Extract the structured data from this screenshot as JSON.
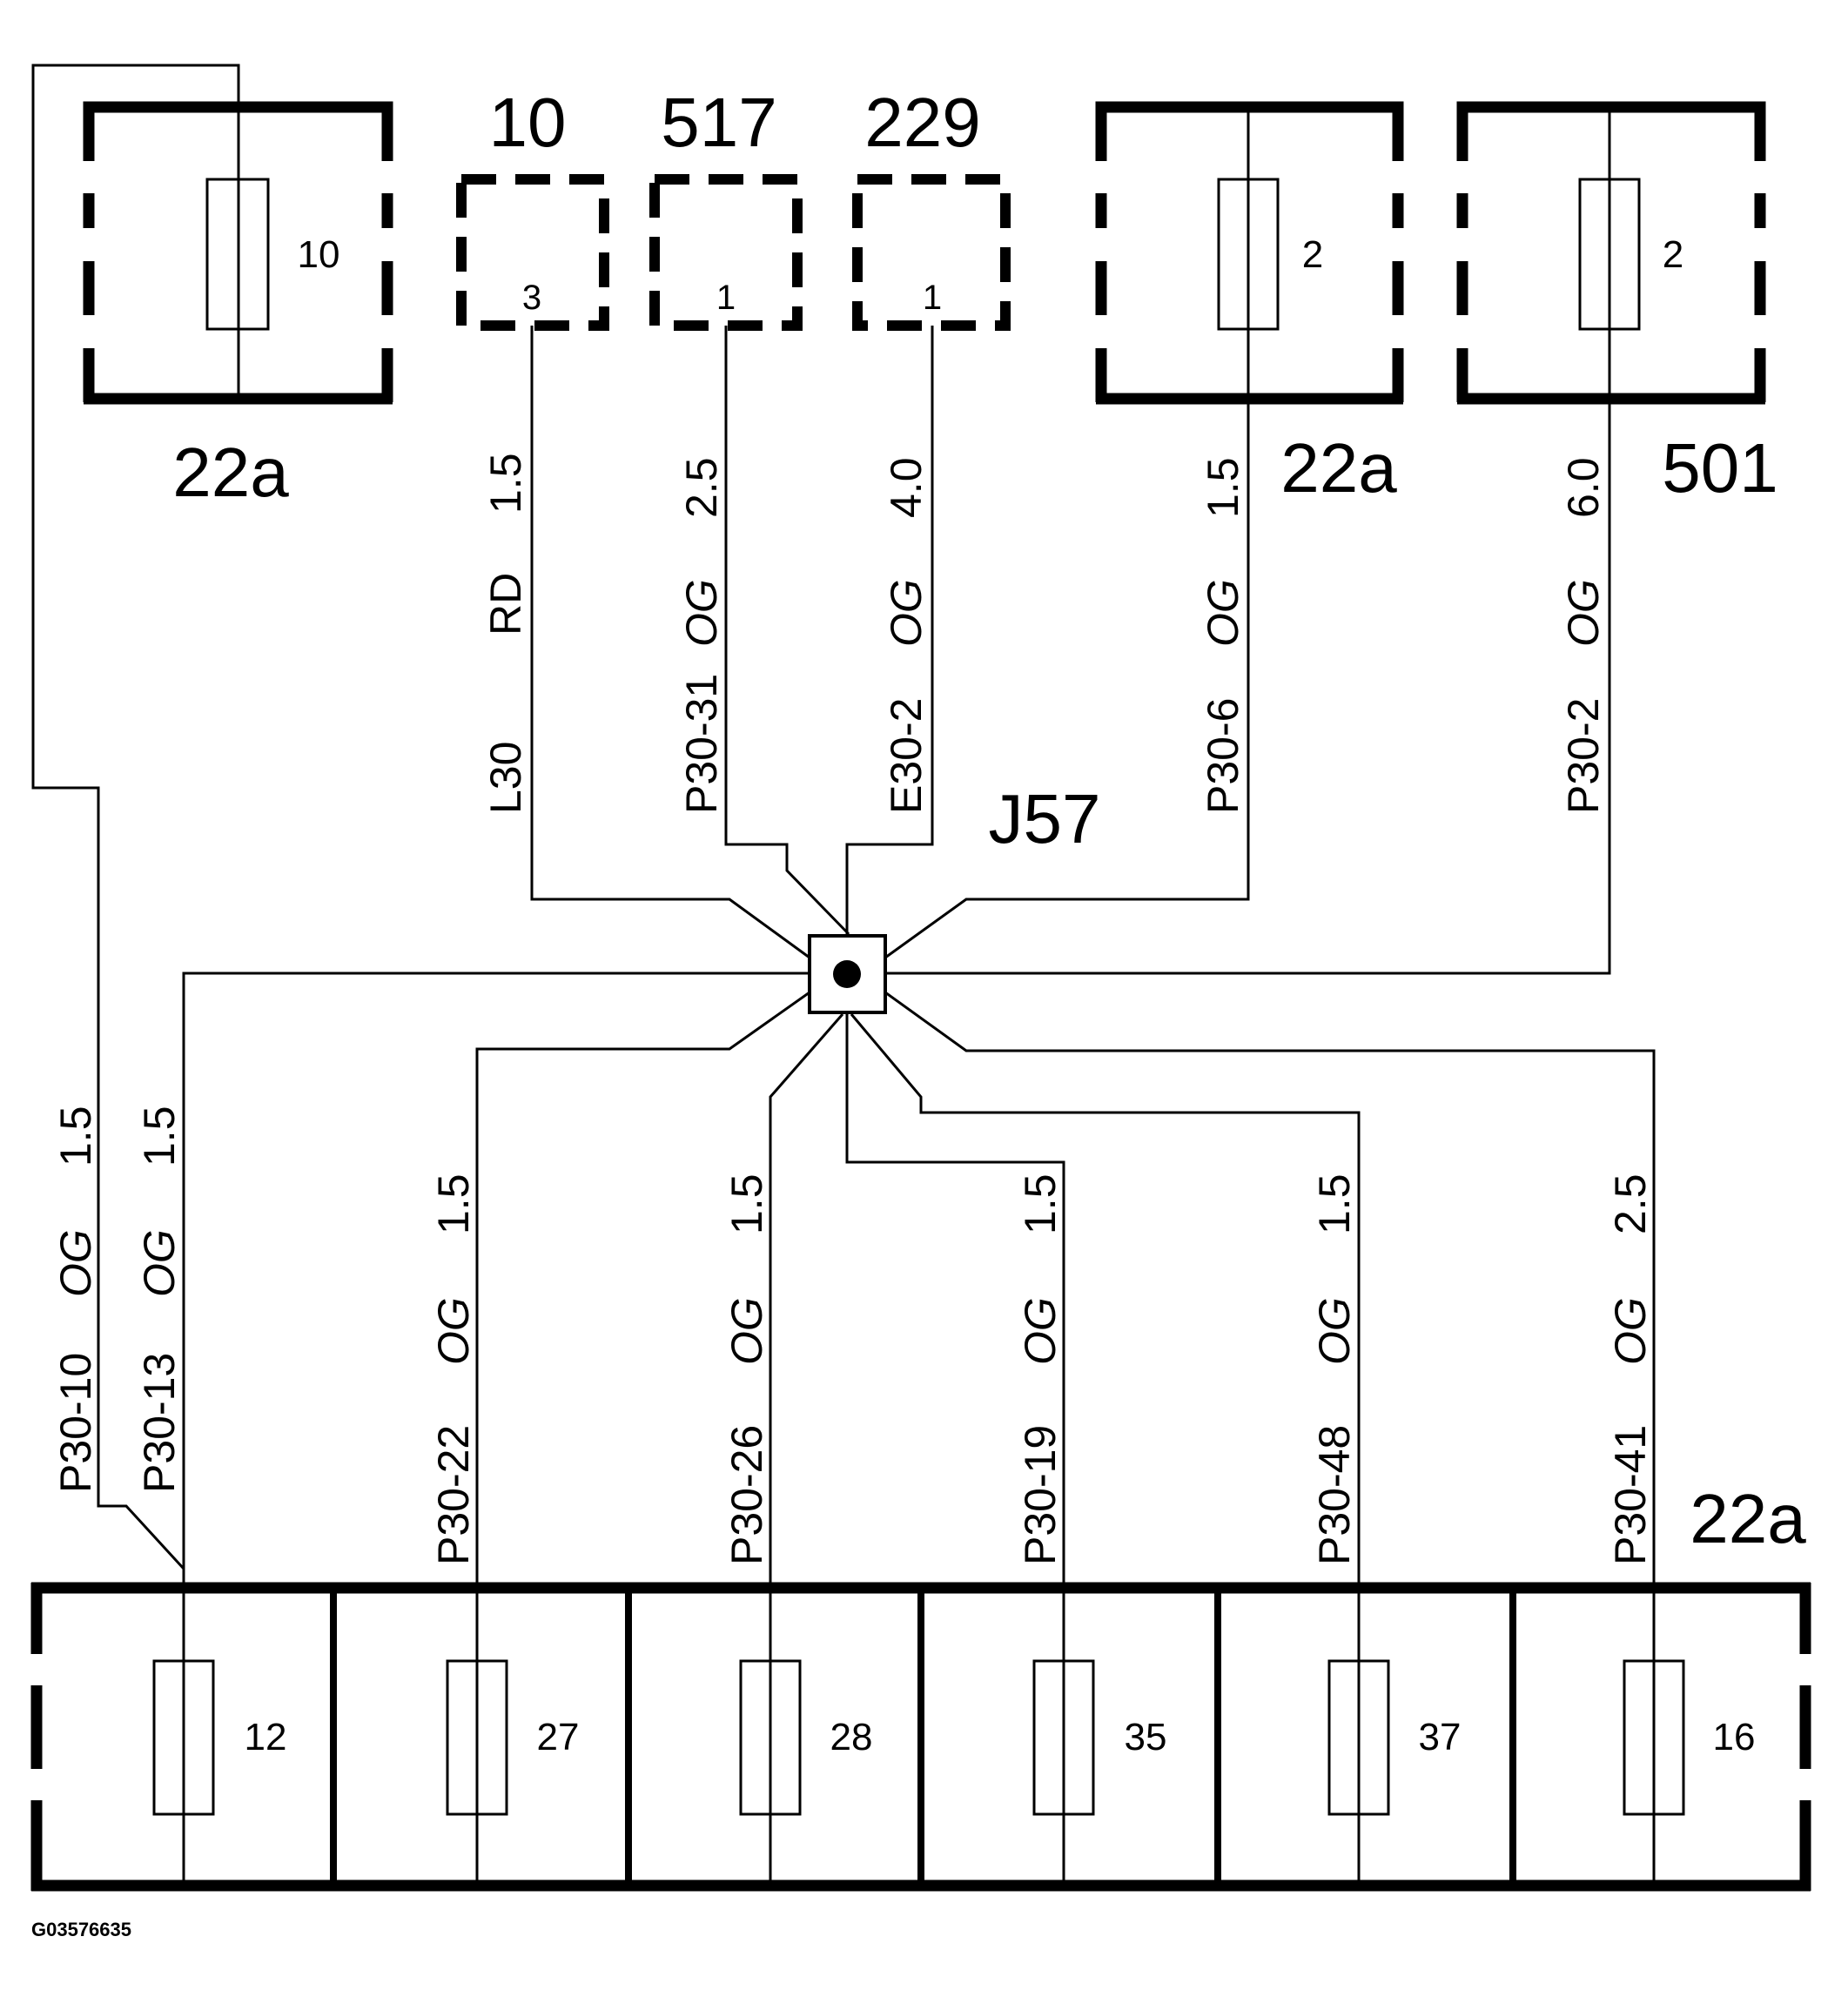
{
  "top_components": [
    {
      "id": "fuse_box_22a_left",
      "title": "22a",
      "fuse": "10"
    },
    {
      "id": "comp_10",
      "title": "10",
      "pin": "3"
    },
    {
      "id": "comp_517",
      "title": "517",
      "pin": "1"
    },
    {
      "id": "comp_229",
      "title": "229",
      "pin": "1"
    },
    {
      "id": "fuse_box_22a_right",
      "title": "22a",
      "fuse": "2"
    },
    {
      "id": "fuse_box_501",
      "title": "501",
      "fuse": "2"
    }
  ],
  "splice": {
    "label": "J57"
  },
  "top_wires": [
    {
      "circuit": "L30",
      "color": "RD",
      "size": "1.5"
    },
    {
      "circuit": "P30-31",
      "color": "OG",
      "size": "2.5"
    },
    {
      "circuit": "E30-2",
      "color": "OG",
      "size": "4.0"
    },
    {
      "circuit": "P30-6",
      "color": "OG",
      "size": "1.5"
    },
    {
      "circuit": "P30-2",
      "color": "OG",
      "size": "6.0"
    }
  ],
  "bottom_wires": [
    {
      "circuit": "P30-10",
      "color": "OG",
      "size": "1.5"
    },
    {
      "circuit": "P30-13",
      "color": "OG",
      "size": "1.5"
    },
    {
      "circuit": "P30-22",
      "color": "OG",
      "size": "1.5"
    },
    {
      "circuit": "P30-26",
      "color": "OG",
      "size": "1.5"
    },
    {
      "circuit": "P30-19",
      "color": "OG",
      "size": "1.5"
    },
    {
      "circuit": "P30-48",
      "color": "OG",
      "size": "1.5"
    },
    {
      "circuit": "P30-41",
      "color": "OG",
      "size": "2.5"
    }
  ],
  "bottom_fuse_box": {
    "title": "22a",
    "fuses": [
      "12",
      "27",
      "28",
      "35",
      "37",
      "16"
    ]
  },
  "footer_code": "G03576635"
}
